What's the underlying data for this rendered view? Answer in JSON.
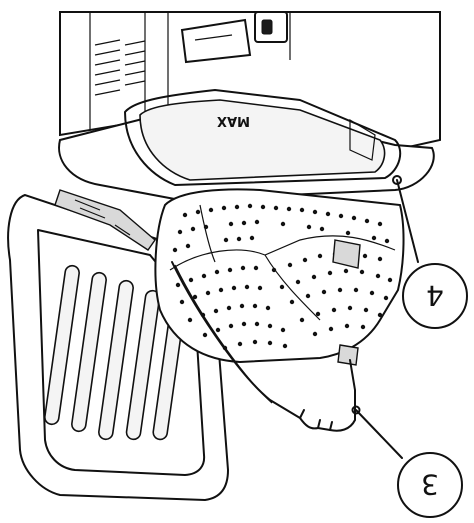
{
  "labels": {
    "max": "MAX",
    "callout_basket": "4",
    "callout_handle": "3"
  },
  "colors": {
    "ink": "#111111",
    "paper": "#ffffff"
  }
}
